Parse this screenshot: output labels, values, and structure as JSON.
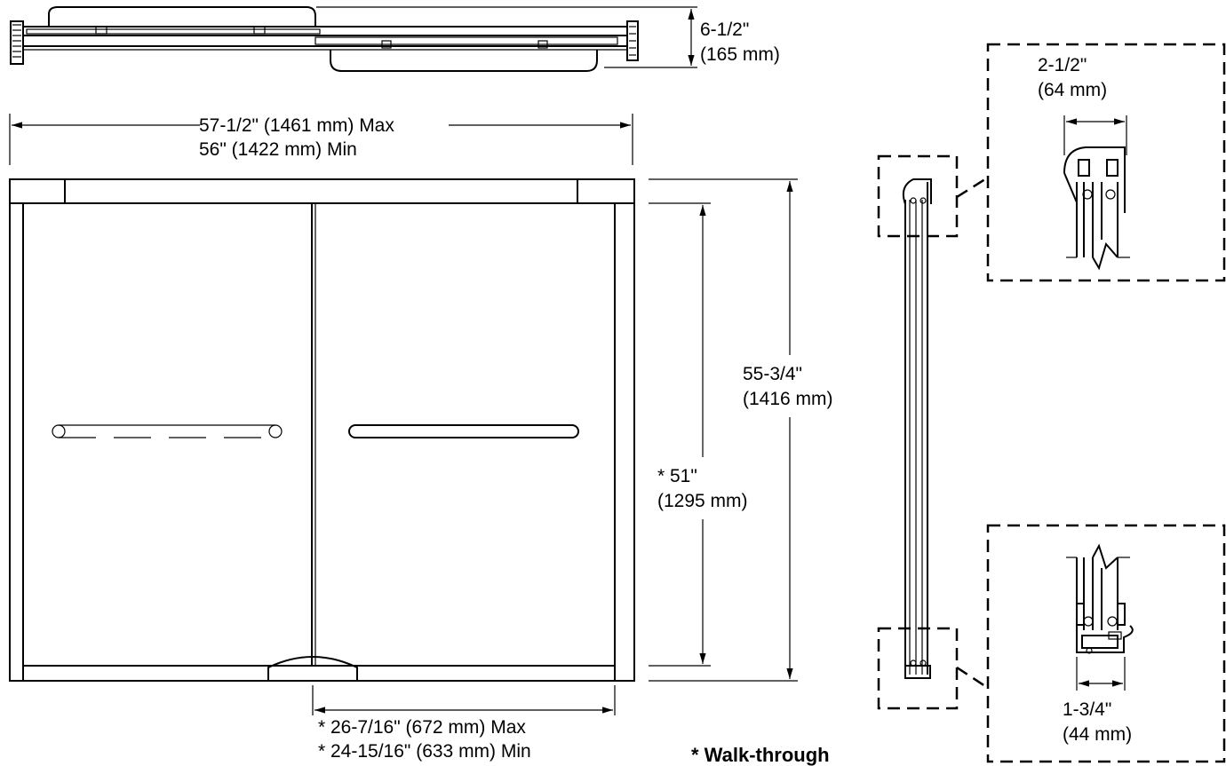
{
  "dimensions": {
    "top_depth": {
      "inches": "6-1/2\"",
      "mm": "(165 mm)"
    },
    "width_max": "57-1/2\" (1461 mm) Max",
    "width_min": "56\" (1422 mm) Min",
    "height_total": {
      "inches": "55-3/4\"",
      "mm": "(1416 mm)"
    },
    "height_walkthrough": {
      "inches": "* 51\"",
      "mm": "(1295 mm)"
    },
    "opening_max": "* 26-7/16\" (672 mm) Max",
    "opening_min": "* 24-15/16\" (633 mm) Min",
    "detail_top": {
      "inches": "2-1/2\"",
      "mm": "(64 mm)"
    },
    "detail_bottom": {
      "inches": "1-3/4\"",
      "mm": "(44 mm)"
    }
  },
  "footnote": "* Walk-through"
}
